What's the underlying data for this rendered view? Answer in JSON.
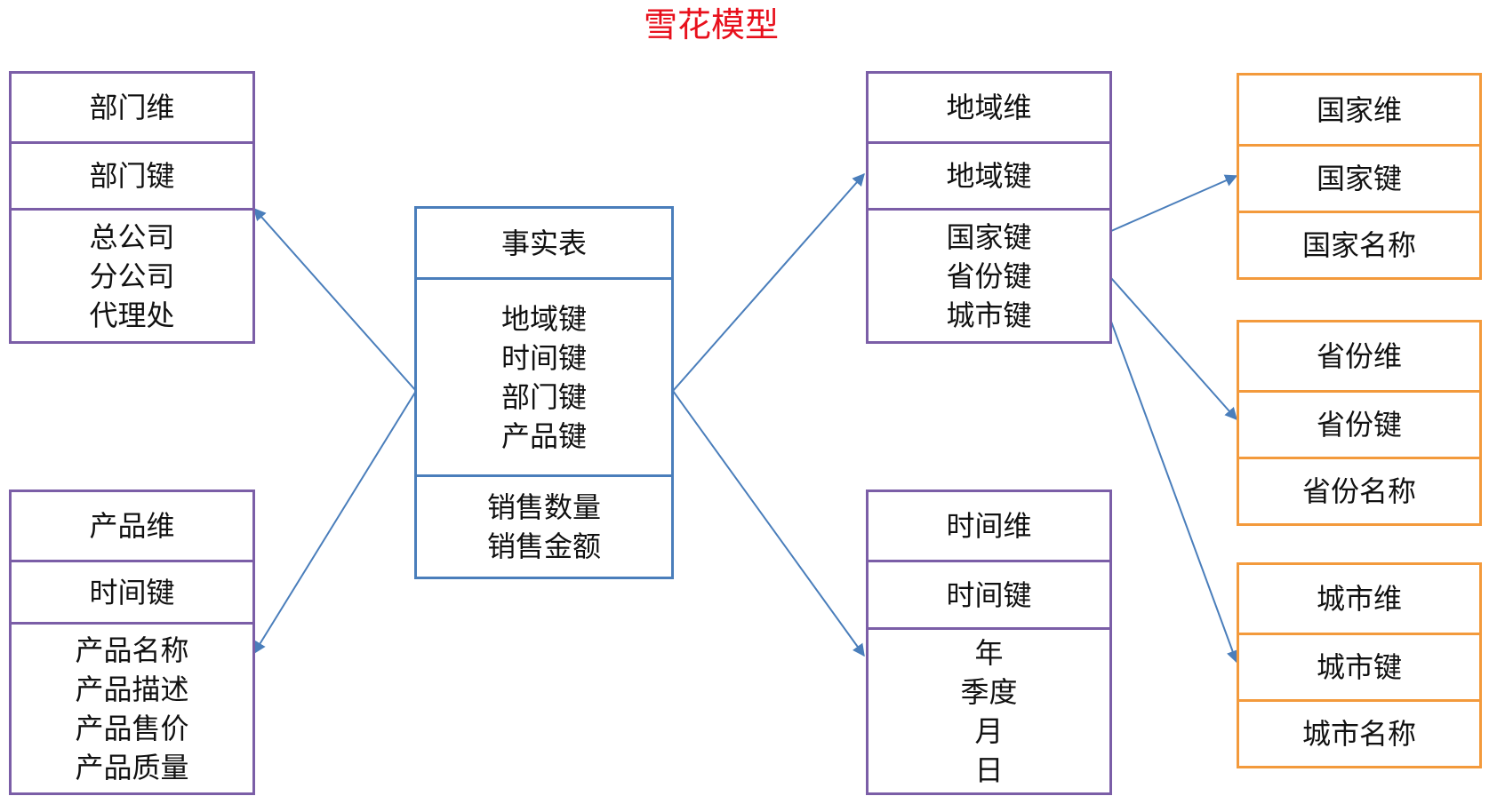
{
  "title": "雪花模型",
  "colors": {
    "title": "#e8101c",
    "purple": "#7b5ea7",
    "blue": "#4a7ebb",
    "orange": "#f39a3c",
    "arrow": "#4a7ebb"
  },
  "tables": {
    "dept": {
      "header": "部门维",
      "key": "部门键",
      "fields": [
        "总公司",
        "分公司",
        "代理处"
      ]
    },
    "product": {
      "header": "产品维",
      "key": "时间键",
      "fields": [
        "产品名称",
        "产品描述",
        "产品售价",
        "产品质量"
      ]
    },
    "fact": {
      "header": "事实表",
      "keys": [
        "地域键",
        "时间键",
        "部门键",
        "产品键"
      ],
      "measures": [
        "销售数量",
        "销售金额"
      ]
    },
    "region": {
      "header": "地域维",
      "key": "地域键",
      "fields": [
        "国家键",
        "省份键",
        "城市键"
      ]
    },
    "time": {
      "header": "时间维",
      "key": "时间键",
      "fields": [
        "年",
        "季度",
        "月",
        "日"
      ]
    },
    "country": {
      "header": "国家维",
      "key": "国家键",
      "fields": [
        "国家名称"
      ]
    },
    "province": {
      "header": "省份维",
      "key": "省份键",
      "fields": [
        "省份名称"
      ]
    },
    "city": {
      "header": "城市维",
      "key": "城市键",
      "fields": [
        "城市名称"
      ]
    }
  }
}
